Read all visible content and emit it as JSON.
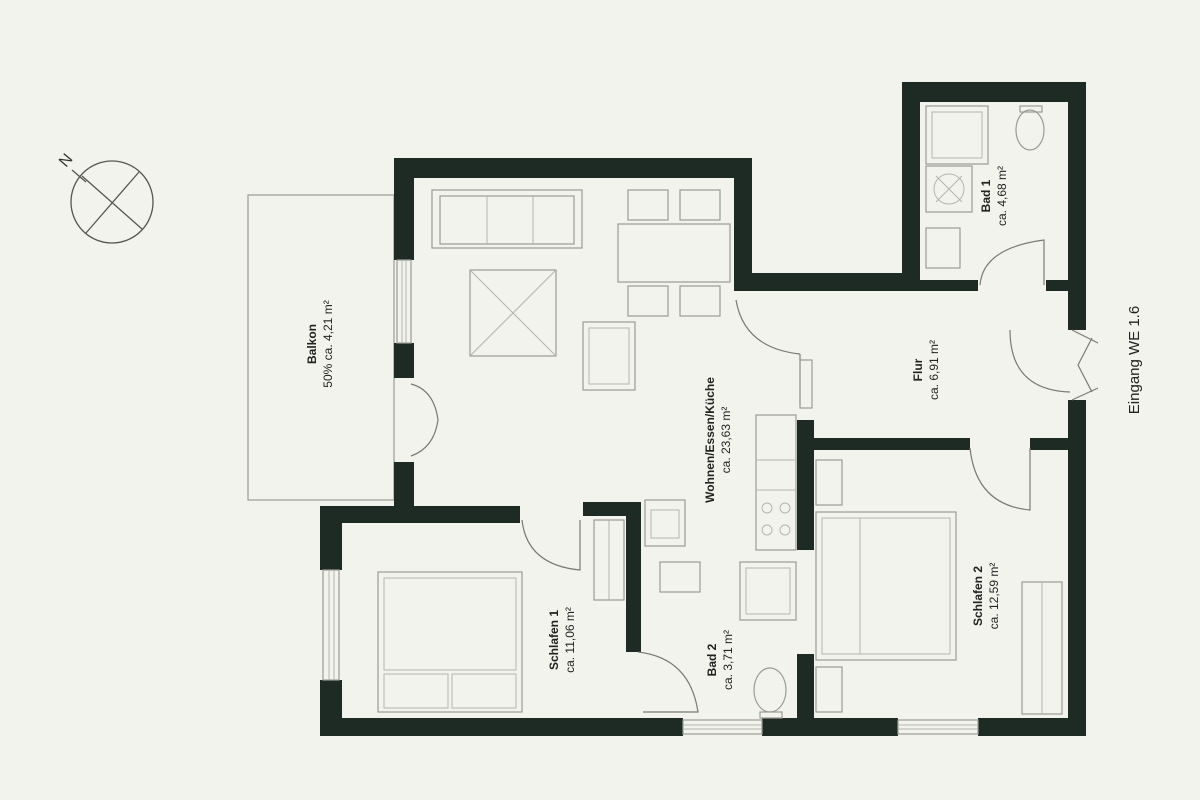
{
  "compass": {
    "north_label": "N"
  },
  "entrance": {
    "label": "Eingang WE 1.6"
  },
  "rooms": {
    "balkon": {
      "name": "Balkon",
      "area": "50% ca. 4,21 m²"
    },
    "wohnen": {
      "name": "Wohnen/Essen/Küche",
      "area": "ca. 23,63 m²"
    },
    "flur": {
      "name": "Flur",
      "area": "ca. 6,91 m²"
    },
    "bad1": {
      "name": "Bad 1",
      "area": "ca. 4,68 m²"
    },
    "schlafen1": {
      "name": "Schlafen 1",
      "area": "ca. 11,06 m²"
    },
    "bad2": {
      "name": "Bad 2",
      "area": "ca. 3,71 m²"
    },
    "schlafen2": {
      "name": "Schlafen 2",
      "area": "ca. 12,59 m²"
    }
  }
}
